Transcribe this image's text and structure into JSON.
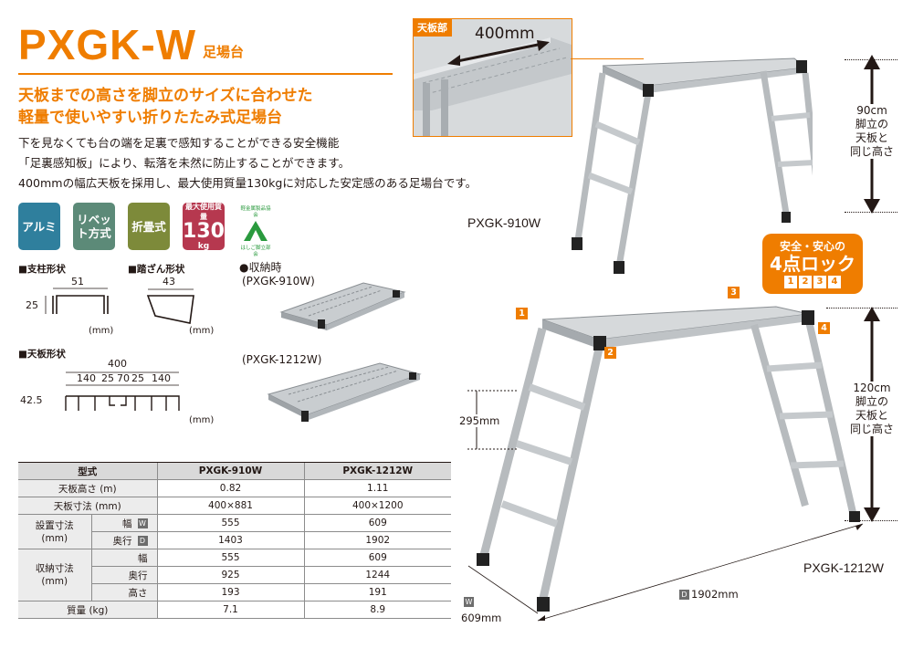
{
  "header": {
    "product_code": "PXGK-W",
    "product_type": "足場台",
    "lead_lines": [
      "天板までの高さを脚立のサイズに合わせた",
      "軽量で使いやすい折りたたみ式足場台"
    ],
    "body_lines": [
      "下を見なくても台の端を足裏で感知することができる安全機能",
      "「足裏感知板」により、転落を未然に防止することができます。",
      "400mmの幅広天板を採用し、最大使用質量130kgに対応した安定感のある足場台です。"
    ]
  },
  "badges": {
    "items": [
      {
        "label": "アルミ",
        "color": "#2f7f9d"
      },
      {
        "label": "リベット方式",
        "color": "#5c8a78"
      },
      {
        "label": "折畳式",
        "color": "#7d8a3a"
      }
    ],
    "weight": {
      "small": "最大使用質量",
      "value": "130",
      "unit": "kg",
      "color": "#b6384f"
    },
    "cert": {
      "top": "軽金属製品協会",
      "bottom": "はしご脚立部会"
    }
  },
  "shapes": {
    "pillar": {
      "label": "■支柱形状",
      "w": "51",
      "h": "25",
      "unit": "(mm)"
    },
    "step": {
      "label": "■踏ざん形状",
      "w": "43",
      "unit": "(mm)"
    },
    "top": {
      "label": "■天板形状",
      "total": "400",
      "parts": [
        "140",
        "25",
        "70",
        "25",
        "140"
      ],
      "h": "42.5",
      "unit": "(mm)"
    }
  },
  "storage": {
    "title": "●収納時",
    "model1": "(PXGK-910W)",
    "model2": "(PXGK-1212W)"
  },
  "table": {
    "headers": [
      "型式",
      "PXGK-910W",
      "PXGK-1212W"
    ],
    "rows": [
      {
        "label": "天板高さ (m)",
        "a": "0.82",
        "b": "1.11"
      },
      {
        "label": "天板寸法 (mm)",
        "a": "400×881",
        "b": "400×1200"
      }
    ],
    "install": {
      "label": "設置寸法\n(mm)",
      "rows": [
        {
          "sub": "幅",
          "tag": "W",
          "a": "555",
          "b": "609"
        },
        {
          "sub": "奥行",
          "tag": "D",
          "a": "1403",
          "b": "1902"
        }
      ]
    },
    "storage": {
      "label": "収納寸法\n(mm)",
      "rows": [
        {
          "sub": "幅",
          "a": "555",
          "b": "609"
        },
        {
          "sub": "奥行",
          "a": "925",
          "b": "1244"
        },
        {
          "sub": "高さ",
          "a": "193",
          "b": "191"
        }
      ]
    },
    "mass": {
      "label": "質量 (kg)",
      "a": "7.1",
      "b": "8.9"
    }
  },
  "right": {
    "inset_tag": "天板部",
    "inset_width": "400mm",
    "model_910": "PXGK-910W",
    "model_1212": "PXGK-1212W",
    "height_910": [
      "90cm",
      "脚立の",
      "天板と",
      "同じ高さ"
    ],
    "height_1212": [
      "120cm",
      "脚立の",
      "天板と",
      "同じ高さ"
    ],
    "lock": {
      "line1": "安全・安心の",
      "line2": "4点ロック",
      "nums": [
        "1",
        "2",
        "3",
        "4"
      ]
    },
    "step_pitch": "295mm",
    "depth_tag": "D",
    "depth": "1902mm",
    "width_tag": "W",
    "width": "609mm",
    "point_labels": [
      "1",
      "2",
      "3",
      "4"
    ]
  },
  "colors": {
    "accent": "#ef7d00",
    "text": "#231815",
    "aluminum": "#c9cdd0"
  }
}
